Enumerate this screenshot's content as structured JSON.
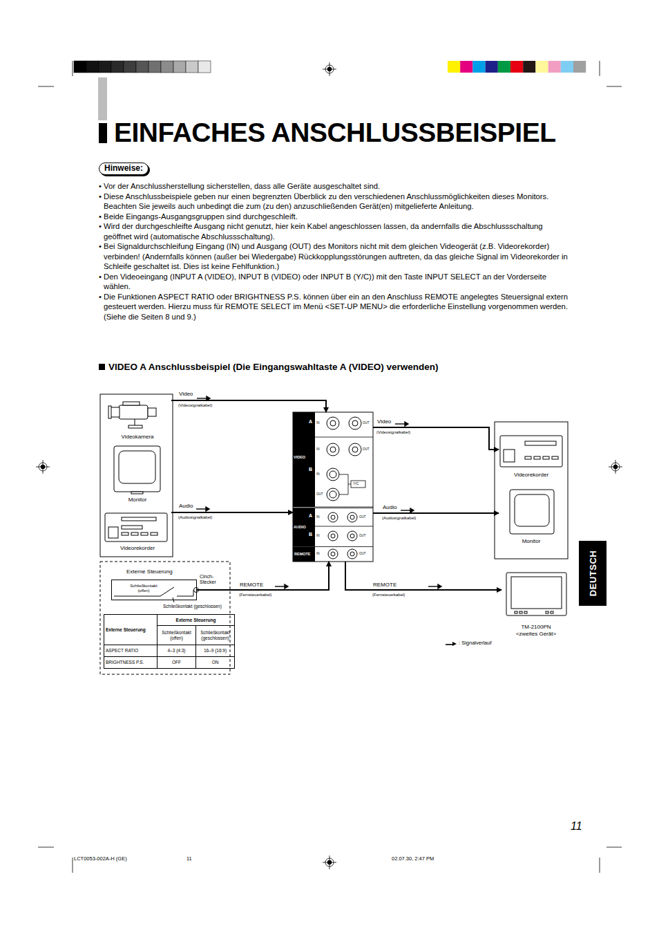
{
  "diagram": {
    "title": "EINFACHES ANSCHLUSSBEISPIEL",
    "nodes": [
      {
        "text": [
          "Videokamera"
        ]
      },
      {
        "text": [
          "Monitor"
        ]
      },
      {
        "text": [
          "Videorekorder"
        ]
      },
      {
        "text": [
          "VIDEO"
        ]
      },
      {
        "text": [
          "AUDIO"
        ]
      },
      {
        "text": [
          "REMOTE"
        ]
      },
      {
        "text": [
          "Videorekorder"
        ]
      },
      {
        "text": [
          "Monitor"
        ]
      },
      {
        "text": [
          "TM-2100PN <zweites Gerät>"
        ]
      },
      {
        "text": [
          "Externe Steuerung"
        ]
      },
      {
        "text": [
          "DEUTSCH"
        ]
      }
    ],
    "edges": [
      {
        "from": 0,
        "to": 3,
        "arrow": "to",
        "label": "Video"
      },
      {
        "from": 3,
        "to": 6,
        "arrow": "to",
        "label": "Video"
      },
      {
        "from": 2,
        "to": 4,
        "arrow": "to",
        "label": "Audio"
      },
      {
        "from": 4,
        "to": 7,
        "arrow": "to",
        "label": "Audio"
      },
      {
        "from": 9,
        "to": 5,
        "arrow": "to",
        "label": "REMOTE"
      },
      {
        "from": 5,
        "to": 8,
        "arrow": "to",
        "label": "REMOTE"
      }
    ],
    "labels": [
      "Hinweise:",
      "• Vor der Anschlussherstellung sicherstellen, dass alle Geräte ausgeschaltet sind.",
      "• Diese Anschlussbeispiele geben nur einen begrenzten Überblick zu den verschiedenen Anschlussmöglichkeiten dieses Monitors. Beachten Sie jeweils auch unbedingt die zum (zu den) anzuschließenden Gerät(en) mitgelieferte Anleitung.",
      "• Beide Eingangs-Ausgangsgruppen sind durchgeschleift.",
      "• Wird der durchgeschleifte Ausgang nicht genutzt, hier kein Kabel angeschlossen lassen, da andernfalls die Abschlussschaltung geöffnet wird (automatische Abschlussschaltung).",
      "• Bei Signaldurchschleifung Eingang (IN) und Ausgang (OUT) des Monitors nicht mit dem gleichen Videogerät (z.B. Videorekorder) verbinden! (Andernfalls können (außer bei Wiedergabe) Rückkopplungsstörungen auftreten, da das gleiche Signal im Videorekorder in Schleife geschaltet ist. Dies ist keine Fehlfunktion.)",
      "• Den Videoeingang (INPUT A (VIDEO), INPUT B (VIDEO) oder INPUT B (Y/C)) mit den Taste INPUT SELECT an der Vorderseite wählen.",
      "• Die Funktionen ASPECT RATIO oder BRIGHTNESS P.S. können über ein an den Anschluss REMOTE angelegtes Steuersignal extern gesteuert werden. Hierzu muss für REMOTE SELECT im Menü <SET-UP MENU> die erforderliche Einstellung vorgenommen werden. (Siehe die Seiten 8 und 9.)",
      "VIDEO A Anschlussbeispiel (Die Eingangswahltaste A (VIDEO) verwenden)",
      "(Videosignalkabel)",
      "(Videosignalkabel)",
      "(Audiosignalkabel)",
      "(Audiosignalkabel)",
      "(Fernsteuerkabel)",
      "(Fernsteuerkabel)",
      "A",
      "B",
      "IN",
      "OUT",
      "IN",
      "OUT",
      "IN",
      "OUT",
      "Y/C",
      "A",
      "B",
      "IN",
      "OUT",
      "IN",
      "OUT",
      "IN",
      "OUT",
      "Cinch-Stecker",
      "Schließkontakt (offen)",
      "Schließkontakt (geschlossen)",
      "Externe Steuerung",
      "Externe Steuerung",
      "Schließkontakt (offen)",
      "Schließkontakt (geschlossen)",
      "ASPECT RATIO",
      "4–3 (4:3)",
      "16–9 (16:9)",
      "BRIGHTNESS P.S.",
      "OFF",
      "ON",
      "11",
      "LCT0053-002A-H (GE)",
      "11",
      "02.07.30, 2:47 PM"
    ],
    "legend": [
      {
        "text": ": Signalverlauf"
      }
    ]
  }
}
